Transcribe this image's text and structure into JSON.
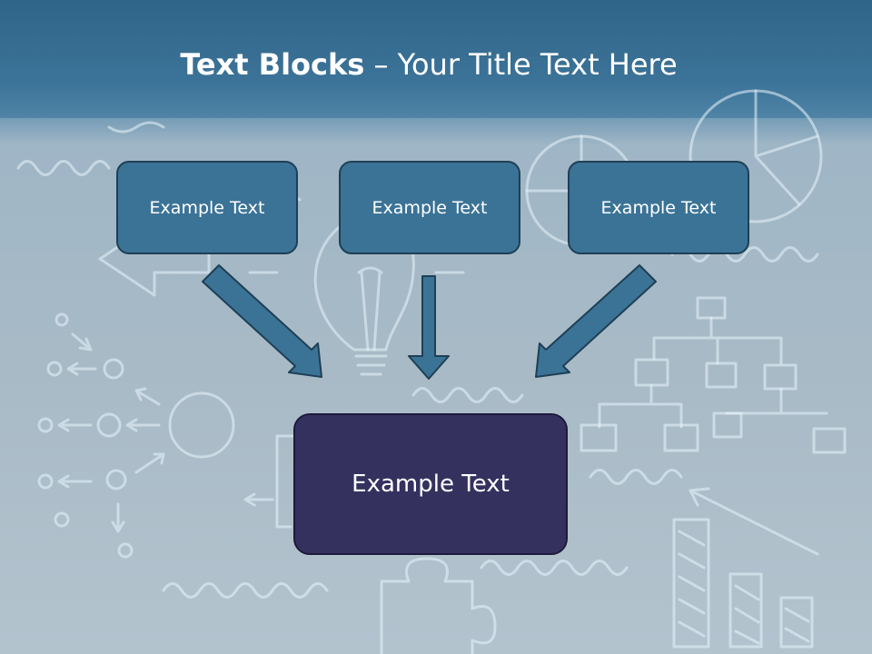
{
  "slide": {
    "title_bold": "Text Blocks",
    "title_separator": " – ",
    "title_rest": "Your Title Text Here"
  },
  "blocks": [
    {
      "label": "Example Text"
    },
    {
      "label": "Example Text"
    },
    {
      "label": "Example Text"
    }
  ],
  "target_block": {
    "label": "Example Text"
  },
  "colors": {
    "header": "#2f6588",
    "block_fill": "#3b7396",
    "target_fill": "#35315f",
    "arrow_fill": "#3b7396"
  }
}
